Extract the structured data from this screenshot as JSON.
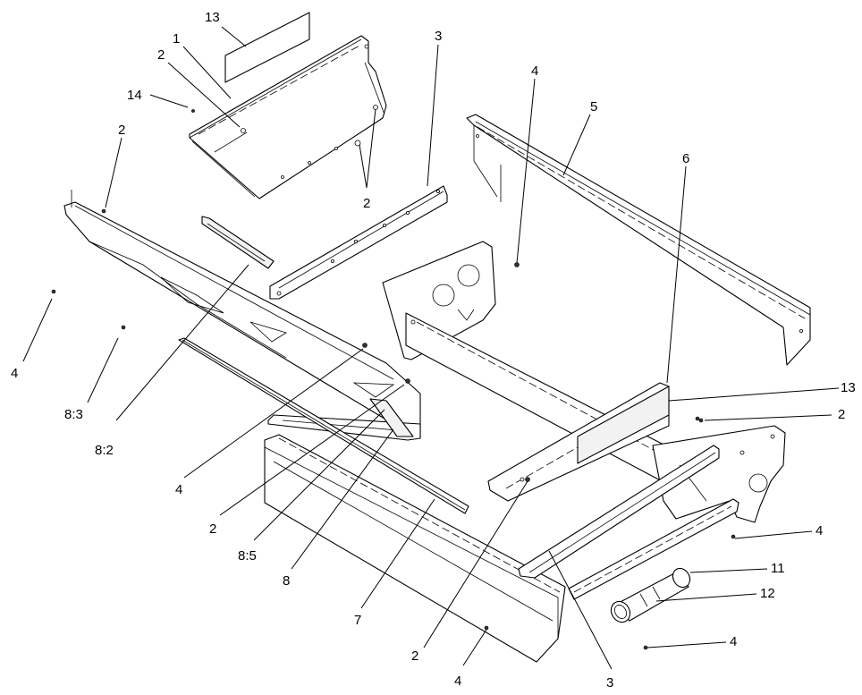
{
  "callouts": [
    {
      "id": "c-13a",
      "text": "13"
    },
    {
      "id": "c-1",
      "text": "1"
    },
    {
      "id": "c-2a",
      "text": "2"
    },
    {
      "id": "c-14",
      "text": "14"
    },
    {
      "id": "c-2b",
      "text": "2"
    },
    {
      "id": "c-2c",
      "text": "2"
    },
    {
      "id": "c-3a",
      "text": "3"
    },
    {
      "id": "c-4a",
      "text": "4"
    },
    {
      "id": "c-5",
      "text": "5"
    },
    {
      "id": "c-6",
      "text": "6"
    },
    {
      "id": "c-4b",
      "text": "4"
    },
    {
      "id": "c-8-3",
      "text": "8:3"
    },
    {
      "id": "c-8-2",
      "text": "8:2"
    },
    {
      "id": "c-4c",
      "text": "4"
    },
    {
      "id": "c-2d",
      "text": "2"
    },
    {
      "id": "c-8-5",
      "text": "8:5"
    },
    {
      "id": "c-8",
      "text": "8"
    },
    {
      "id": "c-7",
      "text": "7"
    },
    {
      "id": "c-13b",
      "text": "13"
    },
    {
      "id": "c-2e",
      "text": "2"
    },
    {
      "id": "c-4d",
      "text": "4"
    },
    {
      "id": "c-11",
      "text": "11"
    },
    {
      "id": "c-12",
      "text": "12"
    },
    {
      "id": "c-4e",
      "text": "4"
    },
    {
      "id": "c-2f",
      "text": "2"
    },
    {
      "id": "c-4f",
      "text": "4"
    },
    {
      "id": "c-3b",
      "text": "3"
    }
  ]
}
